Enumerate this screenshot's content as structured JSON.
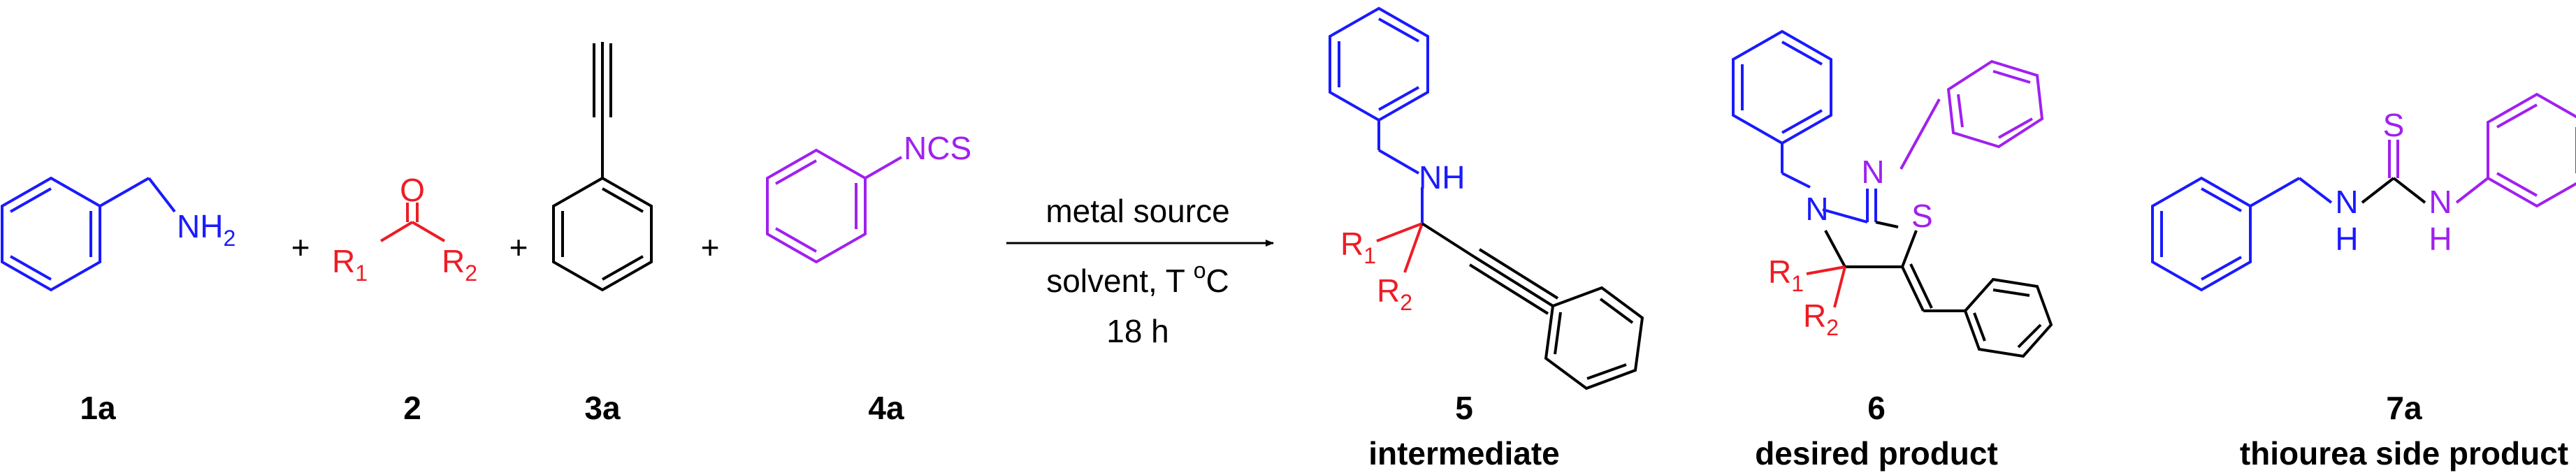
{
  "colors": {
    "black": "#000000",
    "amine": "#1a1aff",
    "ketone": "#ee1c25",
    "isothiocyanate": "#a020f0"
  },
  "reagents": {
    "amine": {
      "label_main": "NH",
      "label_sub": "2",
      "number": "1a"
    },
    "ketone": {
      "oxygen": "O",
      "r1": "R",
      "r1_sub": "1",
      "r2": "R",
      "r2_sub": "2",
      "number": "2"
    },
    "alkyne": {
      "number": "3a"
    },
    "isothiocyanate": {
      "label": "NCS",
      "number": "4a"
    },
    "plus": "+"
  },
  "conditions": {
    "above": "metal source",
    "below_prefix": "solvent, T ",
    "below_sup": "o",
    "below_suffix": "C",
    "time": "18 h"
  },
  "products": {
    "intermediate": {
      "nh": "NH",
      "r1": "R",
      "r1_sub": "1",
      "r2": "R",
      "r2_sub": "2",
      "number": "5",
      "caption": "intermediate"
    },
    "desired": {
      "n_ring": "N",
      "n_exo": "N",
      "s": "S",
      "r1": "R",
      "r1_sub": "1",
      "r2": "R",
      "r2_sub": "2",
      "number": "6",
      "caption": "desired product"
    },
    "side": {
      "s": "S",
      "nh_left": "N",
      "h_left": "H",
      "nh_right": "N",
      "h_right": "H",
      "number": "7a",
      "caption": "thiourea side product"
    }
  }
}
